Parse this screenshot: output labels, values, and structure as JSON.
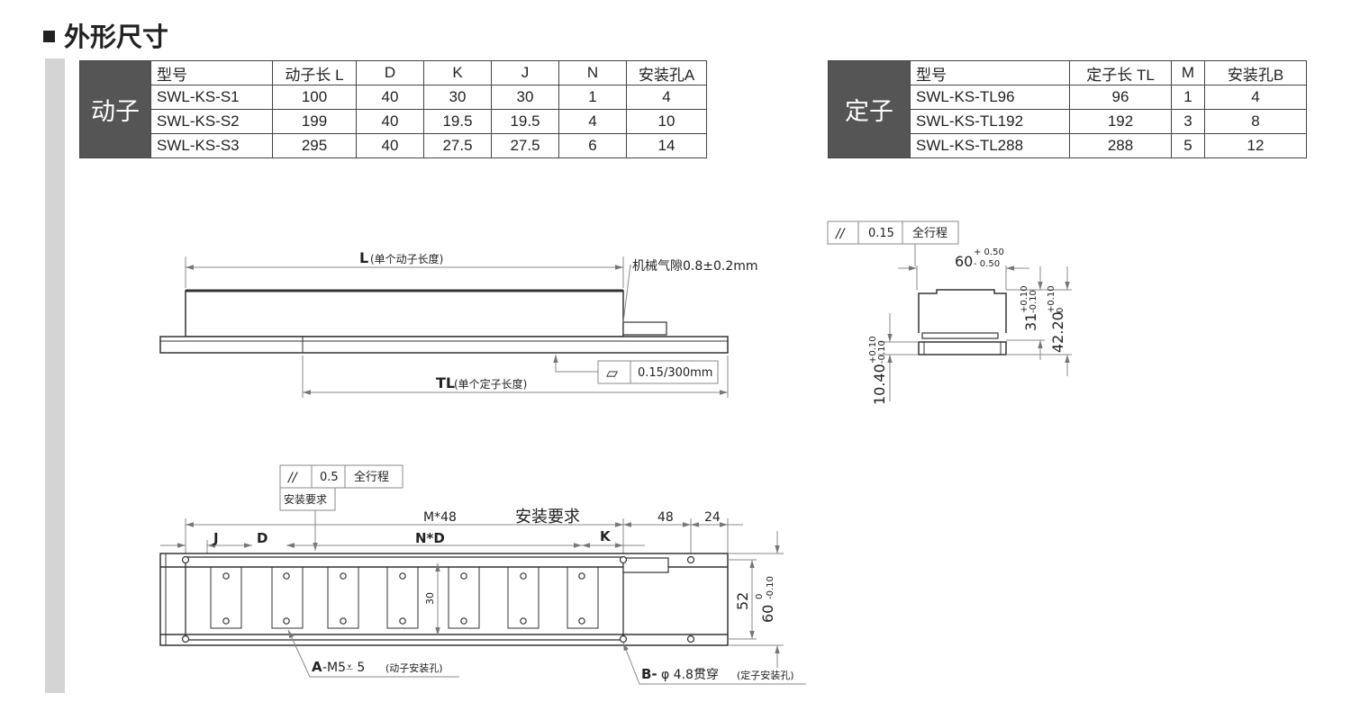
{
  "page": {
    "title": "外形尺寸"
  },
  "mover_table": {
    "label": "动子",
    "headers": [
      "型号",
      "动子长 L",
      "D",
      "K",
      "J",
      "N",
      "安装孔A"
    ],
    "rows": [
      [
        "SWL-KS-S1",
        "100",
        "40",
        "30",
        "30",
        "1",
        "4"
      ],
      [
        "SWL-KS-S2",
        "199",
        "40",
        "19.5",
        "19.5",
        "4",
        "10"
      ],
      [
        "SWL-KS-S3",
        "295",
        "40",
        "27.5",
        "27.5",
        "6",
        "14"
      ]
    ]
  },
  "stator_table": {
    "label": "定子",
    "headers": [
      "型号",
      "定子长 TL",
      "M",
      "安装孔B"
    ],
    "rows": [
      [
        "SWL-KS-TL96",
        "96",
        "1",
        "4"
      ],
      [
        "SWL-KS-TL192",
        "192",
        "3",
        "8"
      ],
      [
        "SWL-KS-TL288",
        "288",
        "5",
        "12"
      ]
    ]
  },
  "side_view": {
    "L_label": "L",
    "L_note": "(单个动子长度)",
    "gap_note": "机械气隙0.8±0.2mm",
    "TL_label": "TL",
    "TL_note": "(单个定子长度)",
    "flatness_symbol": "▱",
    "flatness_value": "0.15/300mm"
  },
  "end_view": {
    "parallel_symbol": "//",
    "tolerance": "0.15",
    "scope": "全行程",
    "width": "60",
    "width_tol_upper": "+ 0.50",
    "width_tol_lower": "- 0.50",
    "h31": "31",
    "h31_tol_upper": "+0.10",
    "h31_tol_lower": "-0.10",
    "h42": "42.20",
    "h42_tol_upper": "+0.10",
    "h42_tol_lower": "0",
    "h10": "10.40",
    "h10_tol_upper": "+0.10",
    "h10_tol_lower": "-0.10"
  },
  "top_view": {
    "parallel_symbol": "//",
    "tolerance": "0.5",
    "scope": "全行程",
    "install_req": "安装要求",
    "m48": "M*48",
    "install_req_large": "安装要求",
    "dim48": "48",
    "dim24": "24",
    "J": "J",
    "D": "D",
    "ND": "N*D",
    "K": "K",
    "dim30": "30",
    "dim52": "52",
    "dim60": "60",
    "dim60_tol_upper": "0",
    "dim60_tol_lower": "-0.10",
    "holeA_label": "A",
    "holeA_spec": "-M5⩡ 5",
    "holeA_note": "(动子安装孔)",
    "holeB_label": "B-",
    "holeB_spec": "φ 4.8贯穿",
    "holeB_note": "(定子安装孔)"
  }
}
